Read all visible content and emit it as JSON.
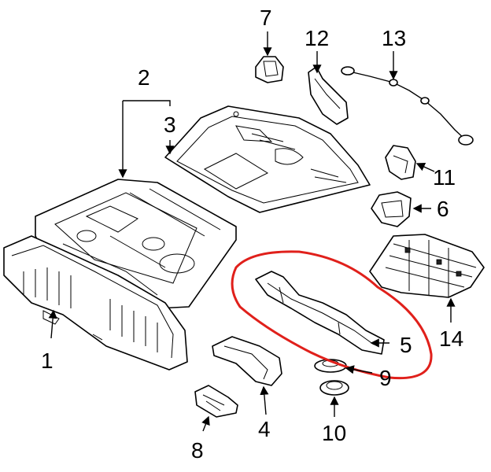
{
  "diagram": {
    "callouts": [
      {
        "id": "1",
        "label": "1"
      },
      {
        "id": "2",
        "label": "2"
      },
      {
        "id": "3",
        "label": "3"
      },
      {
        "id": "4",
        "label": "4"
      },
      {
        "id": "5",
        "label": "5"
      },
      {
        "id": "6",
        "label": "6"
      },
      {
        "id": "7",
        "label": "7"
      },
      {
        "id": "8",
        "label": "8"
      },
      {
        "id": "9",
        "label": "9"
      },
      {
        "id": "10",
        "label": "10"
      },
      {
        "id": "11",
        "label": "11"
      },
      {
        "id": "12",
        "label": "12"
      },
      {
        "id": "13",
        "label": "13"
      },
      {
        "id": "14",
        "label": "14"
      }
    ],
    "highlight_color": "#e0201b",
    "highlighted_part": "5"
  }
}
